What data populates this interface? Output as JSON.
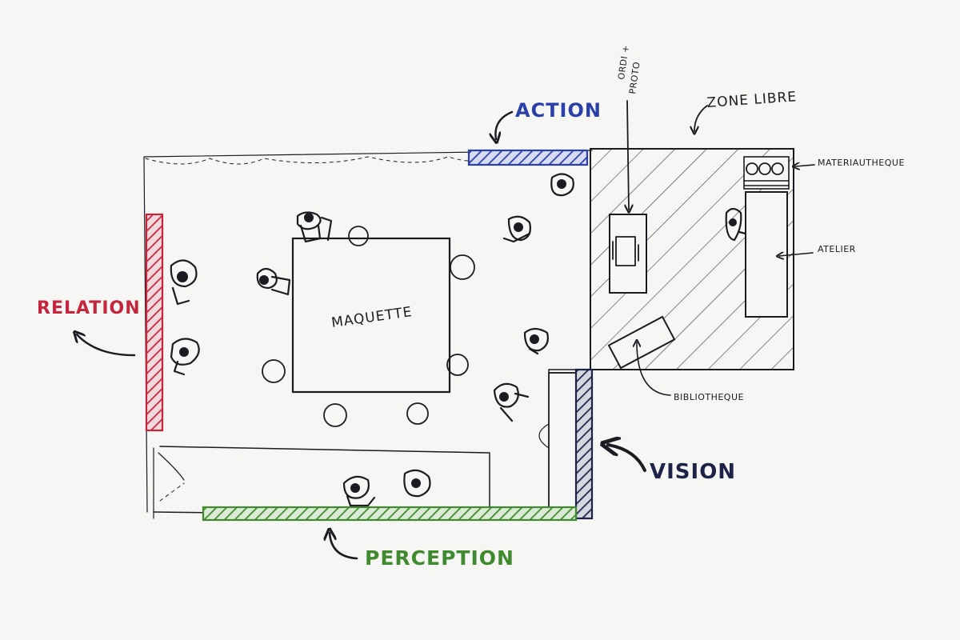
{
  "colors": {
    "paper": "#f6f6f4",
    "ink": "#1b1b22",
    "relation": "#c3263d",
    "action": "#2b3fa8",
    "vision": "#1c2347",
    "perception": "#3f8a2e"
  },
  "labels": {
    "maquette": "MAQUETTE",
    "ordi_line1": "ORDI +",
    "ordi_line2": "PROTO",
    "zone_libre": "ZONE LIBRE",
    "materiautheque": "MATERIAUTHEQUE",
    "atelier": "ATELIER",
    "bibliotheque": "BIBLIOTHEQUE",
    "action": "ACTION",
    "relation": "RELATION",
    "vision": "VISION",
    "perception": "PERCEPTION"
  },
  "icons": [
    "arrow-icon",
    "person-icon",
    "stool-icon",
    "hatch-pattern"
  ]
}
